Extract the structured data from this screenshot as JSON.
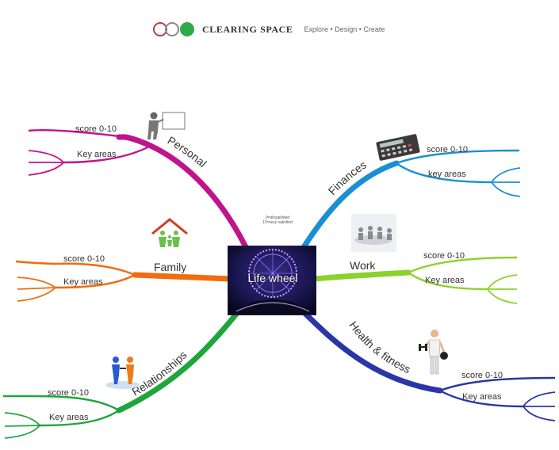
{
  "header": {
    "brand": "CLEARING SPACE",
    "tagline": "Explore • Design • Create",
    "logo_colors": [
      "#c23b3b",
      "#8a8a8a",
      "#2faa4a"
    ]
  },
  "hub": {
    "label": "Life wheel",
    "note_line1": "0=dissatisfied",
    "note_line2": "10=very satisfied"
  },
  "branches": {
    "personal": {
      "label": "Personal",
      "score": "score 0-10",
      "areas": "Key areas",
      "color": "#c0148c",
      "icon": "presenter-icon"
    },
    "family": {
      "label": "Family",
      "score": "score 0-10",
      "areas": "Key areas",
      "color": "#f26b0f",
      "icon": "house-family-icon"
    },
    "relationships": {
      "label": "Relationships",
      "score": "score 0-10",
      "areas": "Key areas",
      "color": "#1fa63a",
      "icon": "handshake-icon"
    },
    "finances": {
      "label": "Finances",
      "score": "score 0-10",
      "areas": "key areas",
      "color": "#1a8fd6",
      "icon": "calculator-icon"
    },
    "work": {
      "label": "Work",
      "score": "score 0-10",
      "areas": "Key areas",
      "color": "#8cd22a",
      "icon": "meeting-icon"
    },
    "health": {
      "label": "Health & fitness",
      "score": "score 0-10",
      "areas": "Key areas",
      "color": "#2a36a8",
      "icon": "dumbbell-man-icon"
    }
  }
}
